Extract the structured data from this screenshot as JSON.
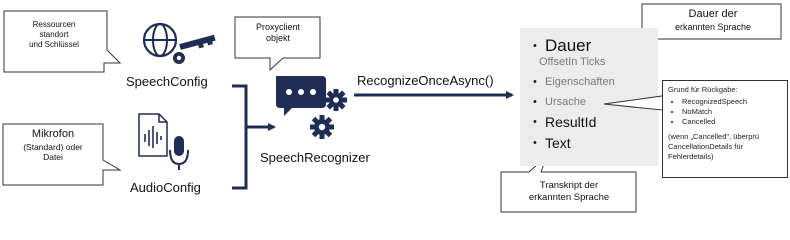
{
  "callouts": {
    "resources": {
      "lines": [
        "Ressourcen",
        "standort",
        "und Schlüssel"
      ]
    },
    "proxyclient": {
      "lines": [
        "Proxyclient",
        "objekt"
      ]
    },
    "mikrofon": {
      "title": "Mikrofon",
      "lines": [
        "(Standard) oder",
        "Datei"
      ]
    },
    "dauer": {
      "title": "Dauer der",
      "subtitle": "erkannten Sprache"
    },
    "transkript": {
      "lines": [
        "Transkript der",
        "erkannten Sprache"
      ]
    }
  },
  "nodes": {
    "speech_config": "SpeechConfig",
    "audio_config": "AudioConfig",
    "speech_recognizer": "SpeechRecognizer",
    "method": "RecognizeOnceAsync()"
  },
  "result_items": [
    {
      "label": "Dauer",
      "style": "large"
    },
    {
      "label": "OffsetIn Ticks",
      "style": "muted"
    },
    {
      "label": "Eigenschaften",
      "style": "muted"
    },
    {
      "label": "Ursache",
      "style": "muted"
    },
    {
      "label": "ResultId",
      "style": "medium"
    },
    {
      "label": "Text",
      "style": "medium"
    }
  ],
  "reason_box": {
    "heading": "Grund für Rückgabe:",
    "options": [
      "RecognizedSpeech",
      "NoMatch",
      "Cancelled"
    ],
    "note_lines": [
      "(wenn „Cancelled\", überprü",
      "CancellationDetails für",
      "Fehlerdetails)"
    ]
  },
  "colors": {
    "arrow": "#1f2d54",
    "icon_dark": "#1f2d54",
    "panel_bg": "#ececec",
    "muted_text": "#7a7a7a"
  }
}
